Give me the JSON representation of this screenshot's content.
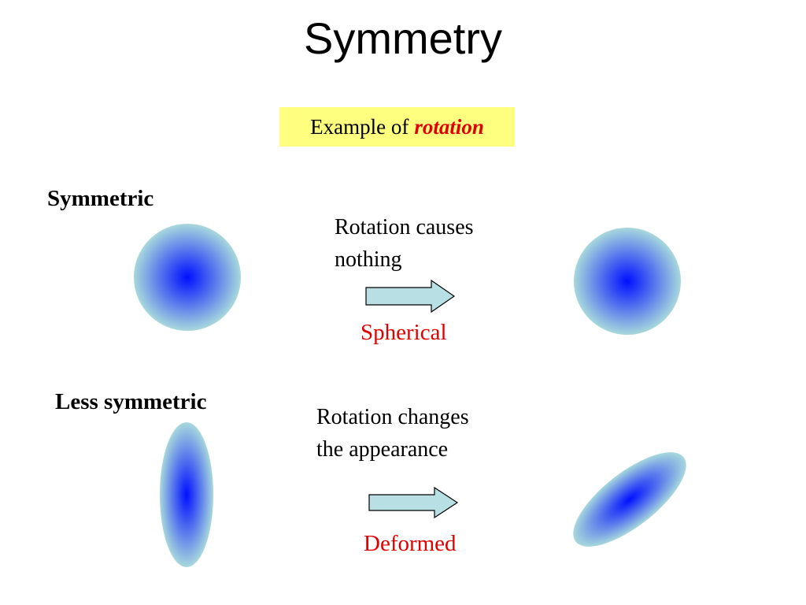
{
  "title": "Symmetry",
  "example": {
    "prefix": "Example of",
    "keyword": "rotation"
  },
  "rows": [
    {
      "label": "Symmetric",
      "desc_line1": "Rotation causes",
      "desc_line2": "nothing",
      "result": "Spherical"
    },
    {
      "label": "Less symmetric",
      "desc_line1": "Rotation changes",
      "desc_line2": "the appearance",
      "result": "Deformed"
    }
  ],
  "colors": {
    "shape_center": "#0010ff",
    "shape_edge": "#a8d8dc",
    "arrow_fill": "#b8e0e4",
    "highlight": "#ffff7f",
    "accent_red": "#e00000"
  }
}
